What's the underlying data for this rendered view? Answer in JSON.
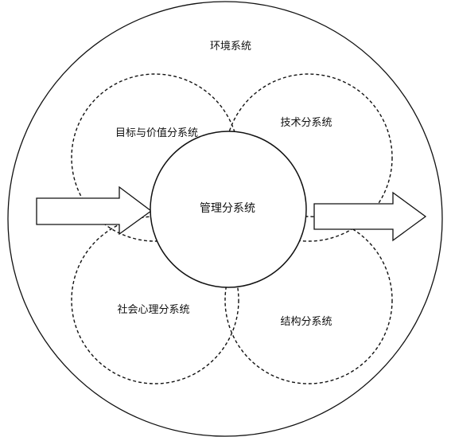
{
  "labels": {
    "environment": "环境系统",
    "goals_values": "目标与价值分系统",
    "technology": "技术分系统",
    "management": "管理分系统",
    "psychosocial": "社会心理分系统",
    "structure": "结构分系统"
  },
  "colors": {
    "stroke": "#111111",
    "background": "#ffffff"
  }
}
